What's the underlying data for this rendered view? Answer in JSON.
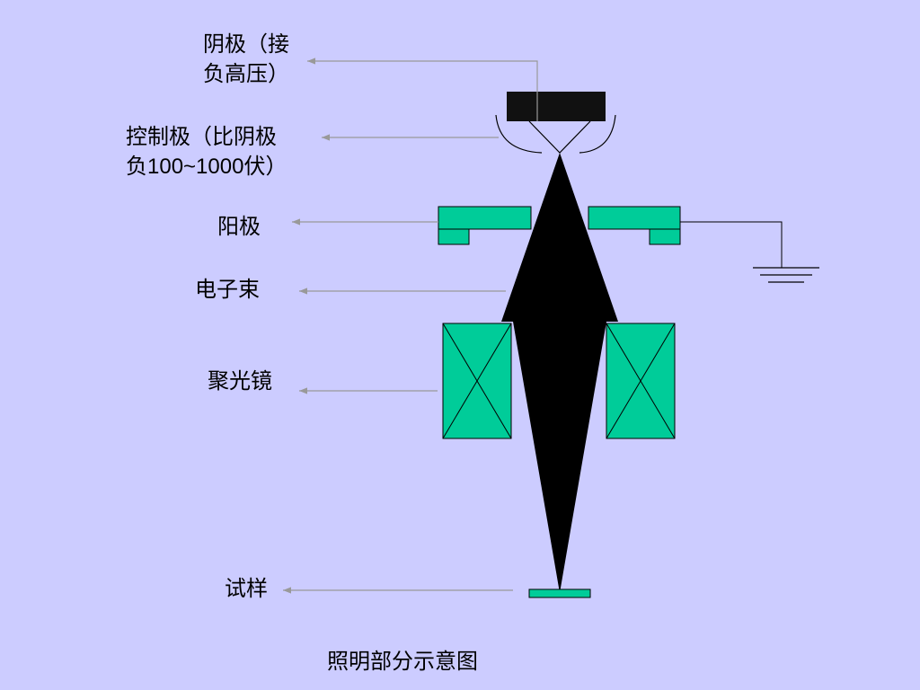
{
  "labels": {
    "cathode": {
      "line1": "阴极（接",
      "line2": "负高压）"
    },
    "control_grid": {
      "line1": "控制极（比阴极",
      "line2_prefix": "负",
      "line2_value": "100~1000",
      "line2_suffix": "伏）"
    },
    "anode": "阳极",
    "electron_beam": "电子束",
    "condenser_lens": "聚光镜",
    "specimen": "试样"
  },
  "caption": "照明部分示意图",
  "colors": {
    "background": "#ccccff",
    "component_fill": "#00cc99",
    "beam": "#000000",
    "cathode_block": "#111111",
    "arrow": "#999999"
  },
  "icons": {
    "ground": "ground-symbol"
  }
}
